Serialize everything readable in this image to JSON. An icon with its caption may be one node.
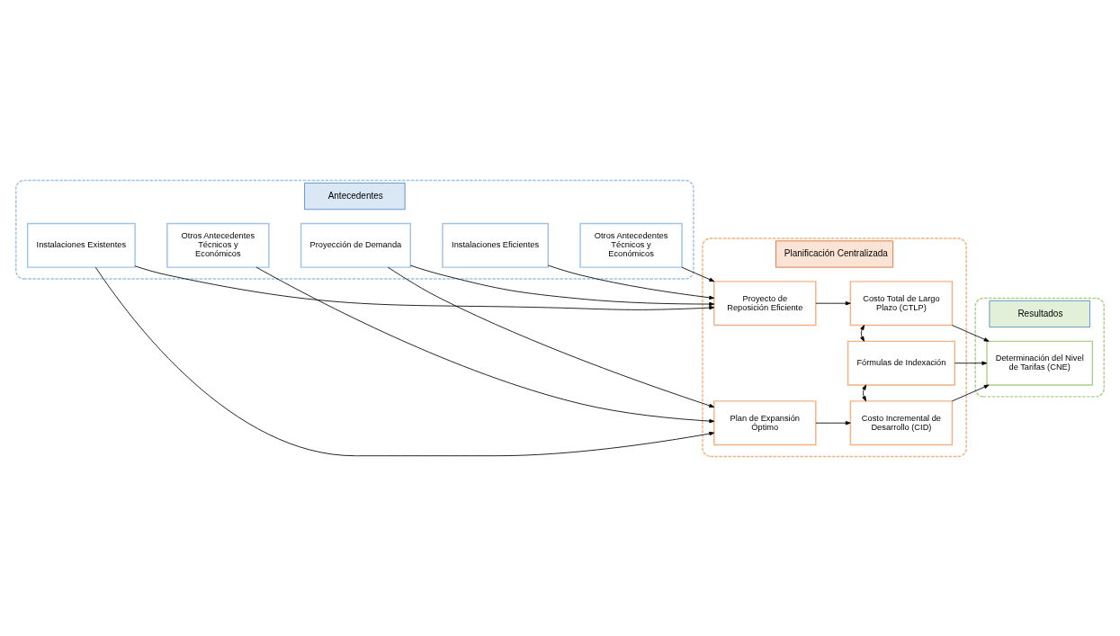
{
  "diagram": {
    "nodes": [
      {
        "text": [
          "Antecedentes"
        ]
      },
      {
        "text": [
          "Instalaciones Existentes"
        ],
        "in": 0
      },
      {
        "text": [
          "Otros Antecedentes Técnicos y Económicos"
        ],
        "in": 0
      },
      {
        "text": [
          "Proyección de Demanda"
        ],
        "in": 0
      },
      {
        "text": [
          "Instalaciones Eficientes"
        ],
        "in": 0
      },
      {
        "text": [
          "Otros Antecedentes Técnicos y Económicos"
        ],
        "in": 0
      },
      {
        "text": [
          "Planificación Centralizada"
        ]
      },
      {
        "text": [
          "Plan de Expansión Óptimo"
        ],
        "in": 6
      },
      {
        "text": [
          "Costo Incremental de Desarrollo (CID)"
        ],
        "in": 6
      },
      {
        "text": [
          "Fórmulas de Indexación"
        ],
        "in": 6
      },
      {
        "text": [
          "Proyecto de Reposición Eficiente"
        ],
        "in": 6
      },
      {
        "text": [
          "Costo Total de Largo Plazo (CTLP)"
        ],
        "in": 6
      },
      {
        "text": [
          "Resultados"
        ]
      },
      {
        "text": [
          "Determinación del Nivel de Tarifas (CNE)"
        ],
        "in": 12
      }
    ],
    "edges": [
      {
        "from": 1,
        "to": 7,
        "arrow": "to"
      },
      {
        "from": 1,
        "to": 10,
        "arrow": "to"
      },
      {
        "from": 2,
        "to": 7,
        "arrow": "to"
      },
      {
        "from": 3,
        "to": 7,
        "arrow": "to"
      },
      {
        "from": 3,
        "to": 10,
        "arrow": "to"
      },
      {
        "from": 4,
        "to": 10,
        "arrow": "to"
      },
      {
        "from": 5,
        "to": 10,
        "arrow": "to"
      },
      {
        "from": 7,
        "to": 8,
        "arrow": "to"
      },
      {
        "from": 8,
        "to": 9,
        "arrow": "both"
      },
      {
        "from": 9,
        "to": 11,
        "arrow": "both"
      },
      {
        "from": 10,
        "to": 11,
        "arrow": "to"
      },
      {
        "from": 8,
        "to": 13,
        "arrow": "to"
      },
      {
        "from": 9,
        "to": 13,
        "arrow": "to"
      },
      {
        "from": 11,
        "to": 13,
        "arrow": "to"
      }
    ]
  }
}
